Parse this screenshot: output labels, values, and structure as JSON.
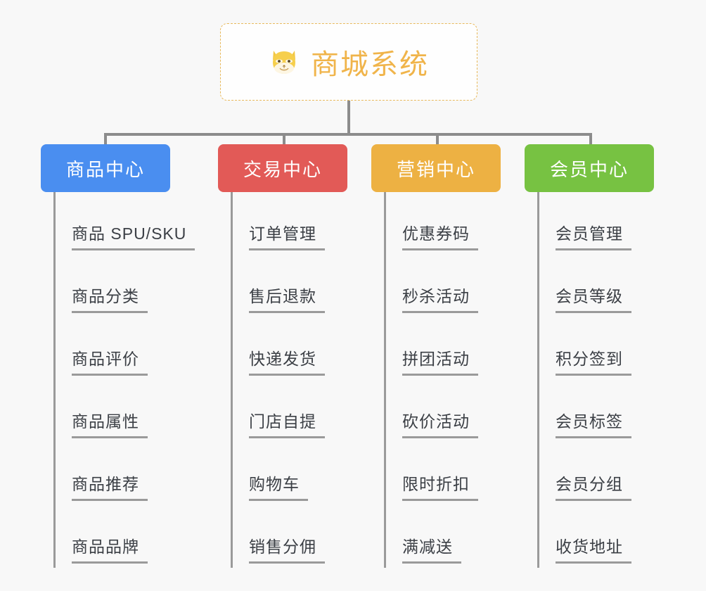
{
  "diagram": {
    "title": "商城系统",
    "type": "mindmap",
    "background_color": "#f8f8f8",
    "connector_color": "#8c8c8c"
  },
  "root": {
    "label": "商城系统",
    "icon": "shiba-dog-face-emoji",
    "text_color": "#f0b44a",
    "border_color": "#e8b95c",
    "background_color": "#fefefe"
  },
  "branches": [
    {
      "label": "商品中心",
      "color": "#4a8ef0",
      "items": [
        {
          "label": "商品 SPU/SKU"
        },
        {
          "label": "商品分类"
        },
        {
          "label": "商品评价"
        },
        {
          "label": "商品属性"
        },
        {
          "label": "商品推荐"
        },
        {
          "label": "商品品牌"
        }
      ]
    },
    {
      "label": "交易中心",
      "color": "#e25a57",
      "items": [
        {
          "label": "订单管理"
        },
        {
          "label": "售后退款"
        },
        {
          "label": "快递发货"
        },
        {
          "label": "门店自提"
        },
        {
          "label": "购物车"
        },
        {
          "label": "销售分佣"
        }
      ]
    },
    {
      "label": "营销中心",
      "color": "#edb143",
      "items": [
        {
          "label": "优惠券码"
        },
        {
          "label": "秒杀活动"
        },
        {
          "label": "拼团活动"
        },
        {
          "label": "砍价活动"
        },
        {
          "label": "限时折扣"
        },
        {
          "label": "满减送"
        }
      ]
    },
    {
      "label": "会员中心",
      "color": "#77c242",
      "items": [
        {
          "label": "会员管理"
        },
        {
          "label": "会员等级"
        },
        {
          "label": "积分签到"
        },
        {
          "label": "会员标签"
        },
        {
          "label": "会员分组"
        },
        {
          "label": "收货地址"
        }
      ]
    }
  ]
}
